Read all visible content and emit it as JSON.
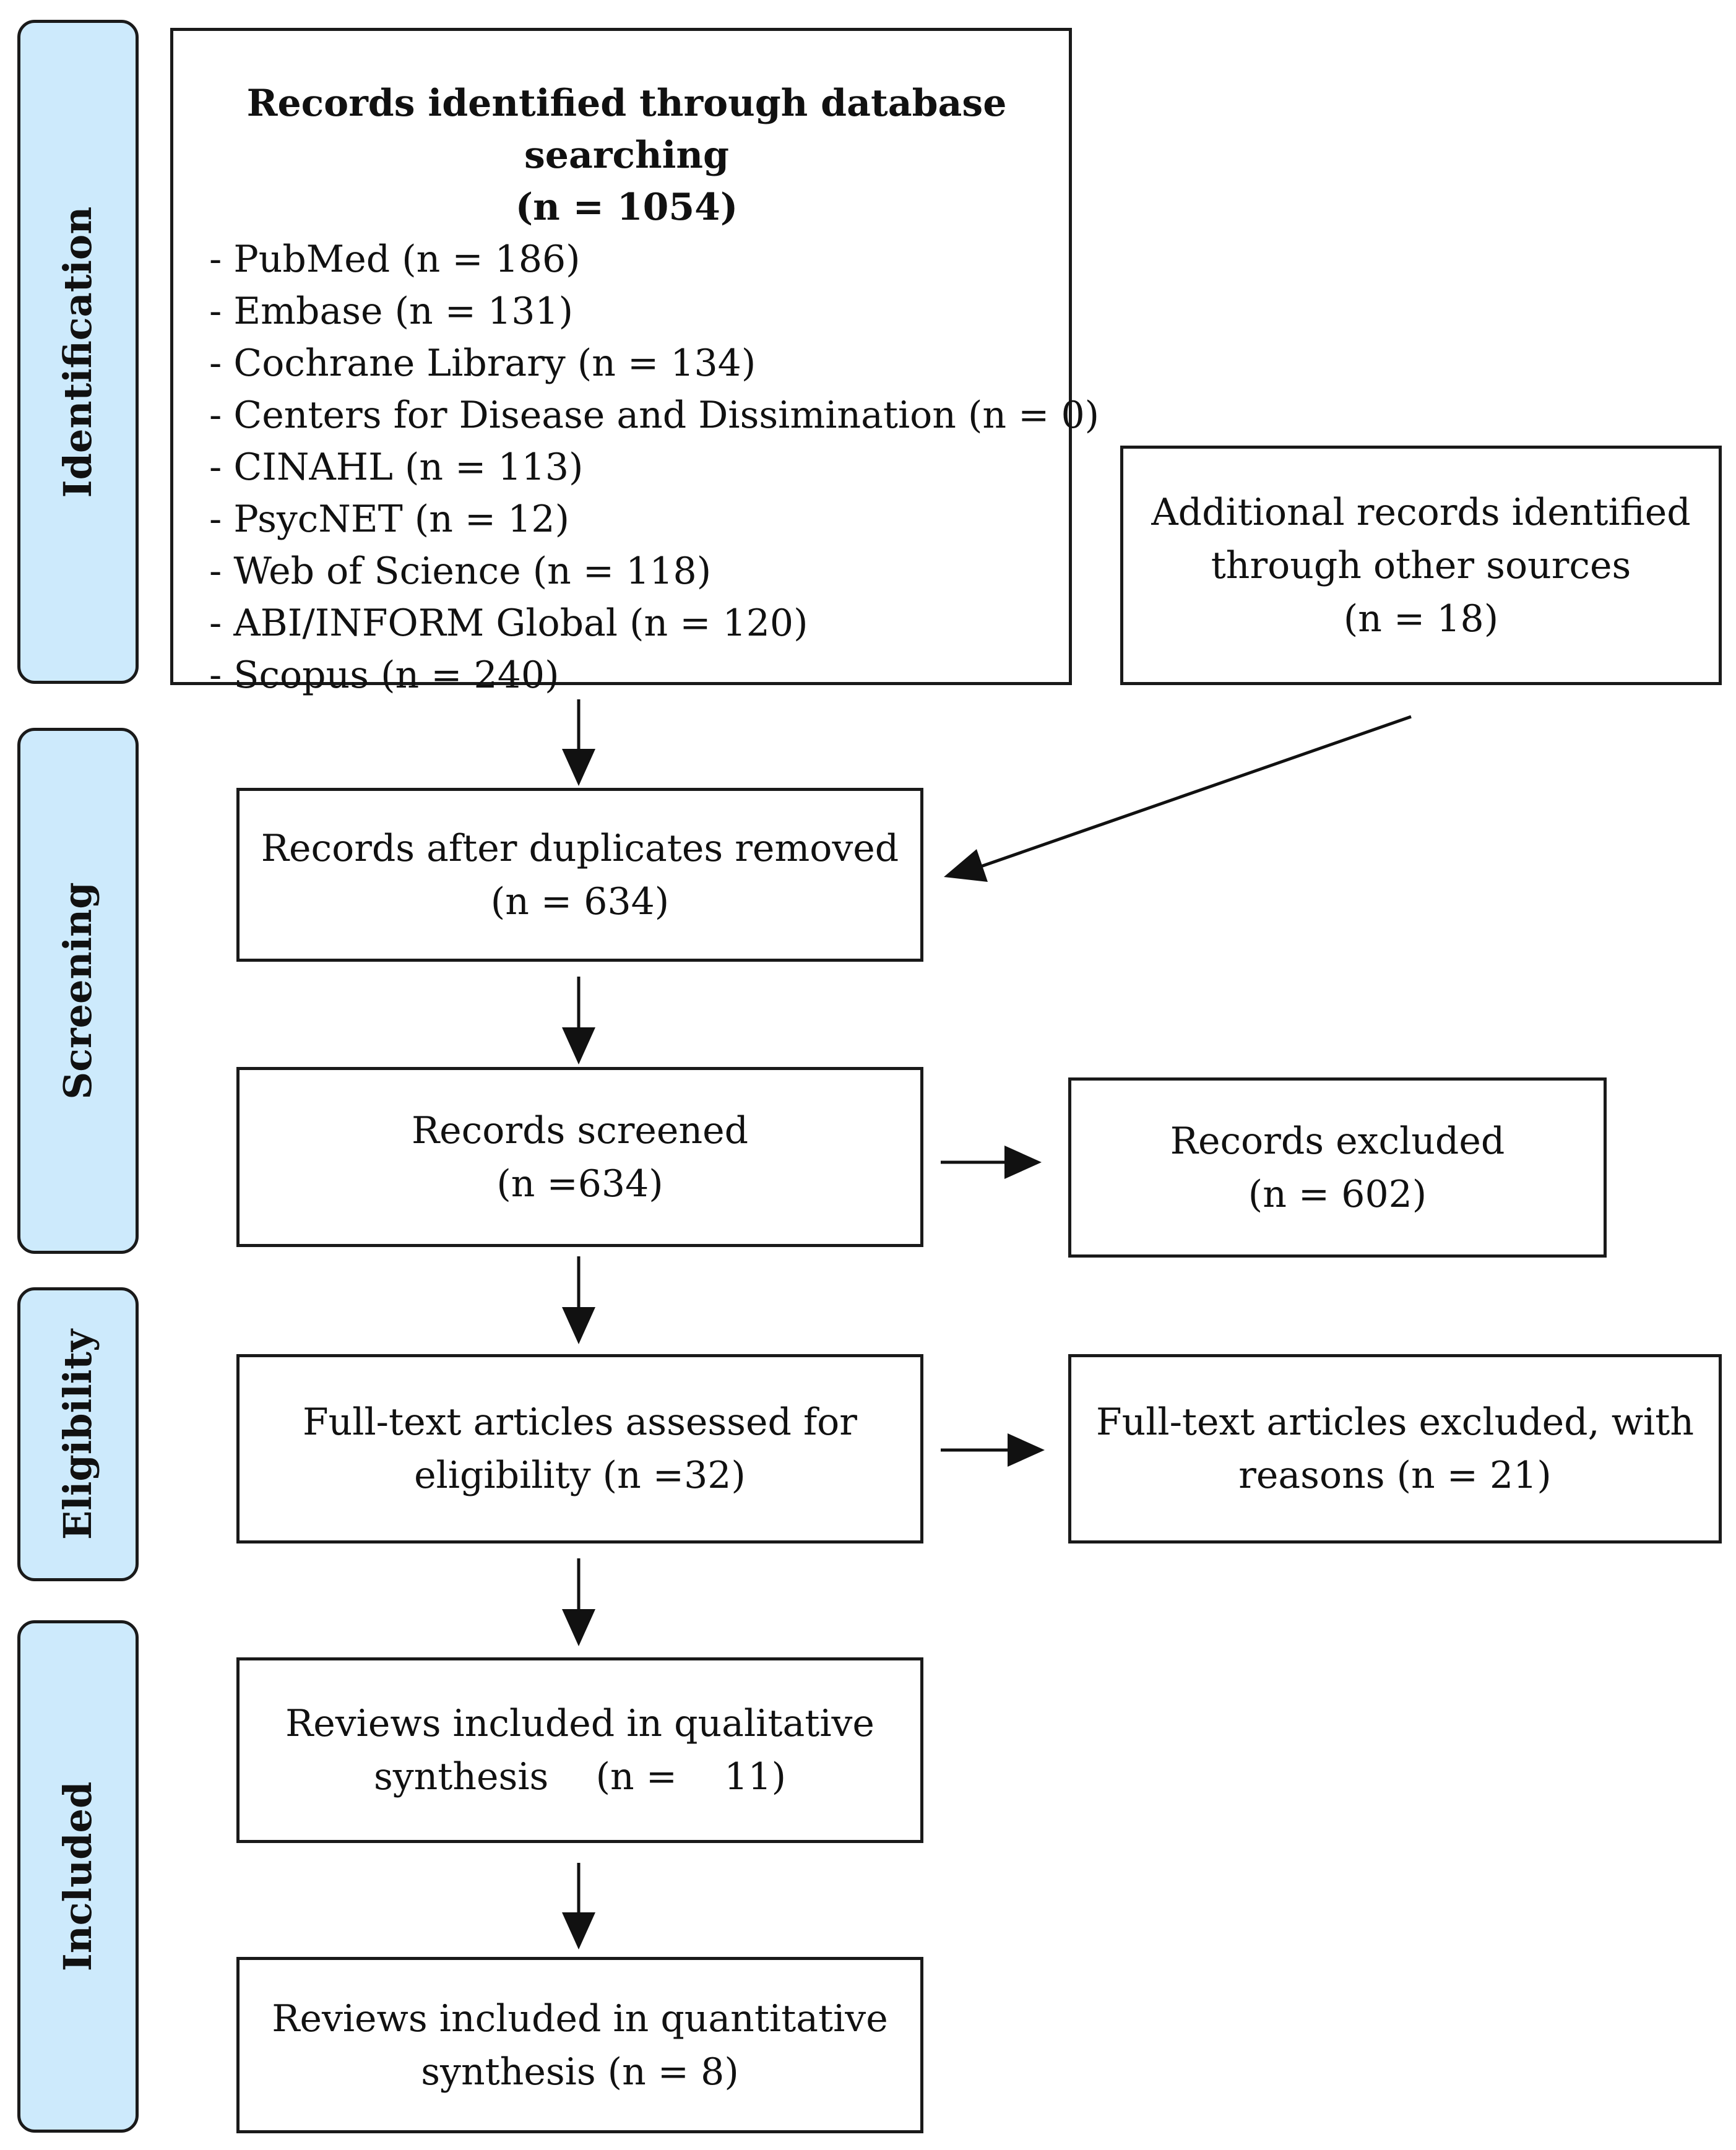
{
  "phases": {
    "identification": "Identification",
    "screening": "Screening",
    "eligibility": "Eligibility",
    "included": "Included"
  },
  "identification_box": {
    "title": "Records identified through database searching",
    "total": "(n = 1054)",
    "sources": [
      "- PubMed (n = 186)",
      "- Embase (n = 131)",
      "- Cochrane Library (n = 134)",
      "- Centers for Disease and Dissimination (n = 0)",
      "- CINAHL (n = 113)",
      "- PsycNET (n = 12)",
      "- Web of Science (n = 118)",
      "- ABI/INFORM Global (n = 120)",
      "- Scopus (n = 240)"
    ]
  },
  "additional_box": {
    "line1": "Additional records identified",
    "line2": "through other sources",
    "line3": "(n = 18)"
  },
  "duplicates_box": {
    "line1": "Records after duplicates removed",
    "line2": "(n = 634)"
  },
  "screened_box": {
    "line1": "Records screened",
    "line2": "(n =634)"
  },
  "excluded_box": {
    "line1": "Records excluded",
    "line2": "(n = 602)"
  },
  "fulltext_box": {
    "line1": "Full-text articles assessed for",
    "line2": "eligibility (n =32)"
  },
  "fulltext_excluded_box": {
    "line1": "Full-text articles excluded, with",
    "line2": "reasons (n = 21)"
  },
  "qualitative_box": {
    "line1": "Reviews included in qualitative",
    "line2": "synthesis    (n =    11)"
  },
  "quantitative_box": {
    "line1": "Reviews included in quantitative",
    "line2": "synthesis (n = 8)"
  }
}
